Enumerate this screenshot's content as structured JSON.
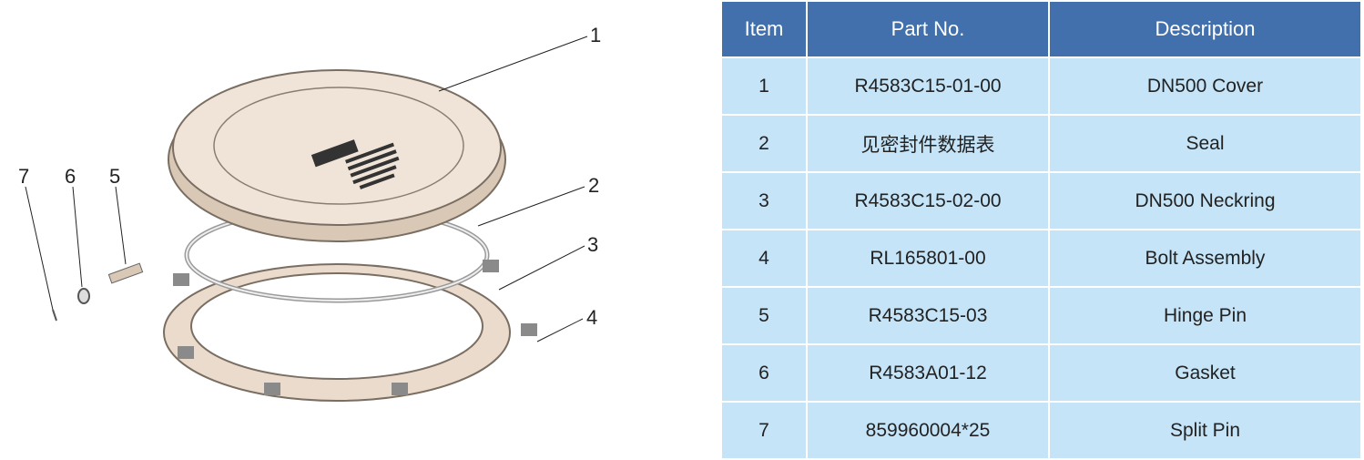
{
  "callouts": [
    "1",
    "2",
    "3",
    "4",
    "5",
    "6",
    "7"
  ],
  "table": {
    "headers": [
      "Item",
      "Part No.",
      "Description"
    ],
    "rows": [
      {
        "item": "1",
        "part": "R4583C15-01-00",
        "desc": "DN500 Cover"
      },
      {
        "item": "2",
        "part": "见密封件数据表",
        "desc": "Seal"
      },
      {
        "item": "3",
        "part": "R4583C15-02-00",
        "desc": "DN500 Neckring"
      },
      {
        "item": "4",
        "part": "RL165801-00",
        "desc": "Bolt Assembly"
      },
      {
        "item": "5",
        "part": "R4583C15-03",
        "desc": "Hinge Pin"
      },
      {
        "item": "6",
        "part": "R4583A01-12",
        "desc": "Gasket"
      },
      {
        "item": "7",
        "part": "859960004*25",
        "desc": "Split Pin"
      }
    ]
  },
  "colors": {
    "header_bg": "#4170ad",
    "row_bg": "#c5e4f7",
    "part_fill": "#eadbcc"
  }
}
